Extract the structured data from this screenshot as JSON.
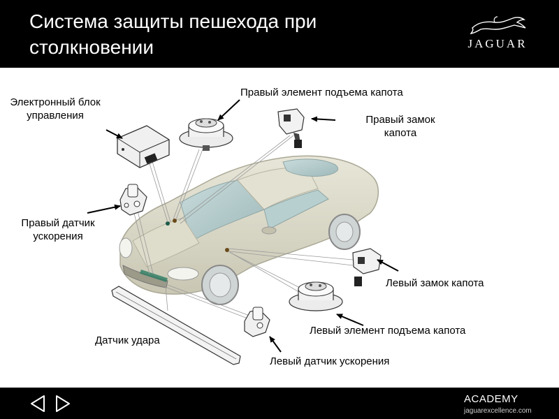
{
  "header": {
    "title": "Система защиты пешехода при столкновении",
    "logo_text": "JAGUAR"
  },
  "labels": {
    "ecu": "Электронный блок управления",
    "right_hood_lifter": "Правый элемент подъема капота",
    "right_hood_latch": "Правый замок капота",
    "right_accel_sensor": "Правый датчик ускорения",
    "left_hood_latch": "Левый замок капота",
    "left_hood_lifter": "Левый элемент подъема капота",
    "impact_sensor": "Датчик удара",
    "left_accel_sensor": "Левый датчик ускорения"
  },
  "footer": {
    "academy": "ACADEMY",
    "url": "jaguarexcellence.com"
  },
  "colors": {
    "header_bg": "#000000",
    "car_body": "#d6d4c2",
    "glass": "#a9c3c3",
    "component": "#ededed",
    "arrow": "#000000"
  },
  "icons": {
    "prev": "triangle-left-icon",
    "next": "triangle-right-icon",
    "logo": "leaping-jaguar-logo"
  }
}
